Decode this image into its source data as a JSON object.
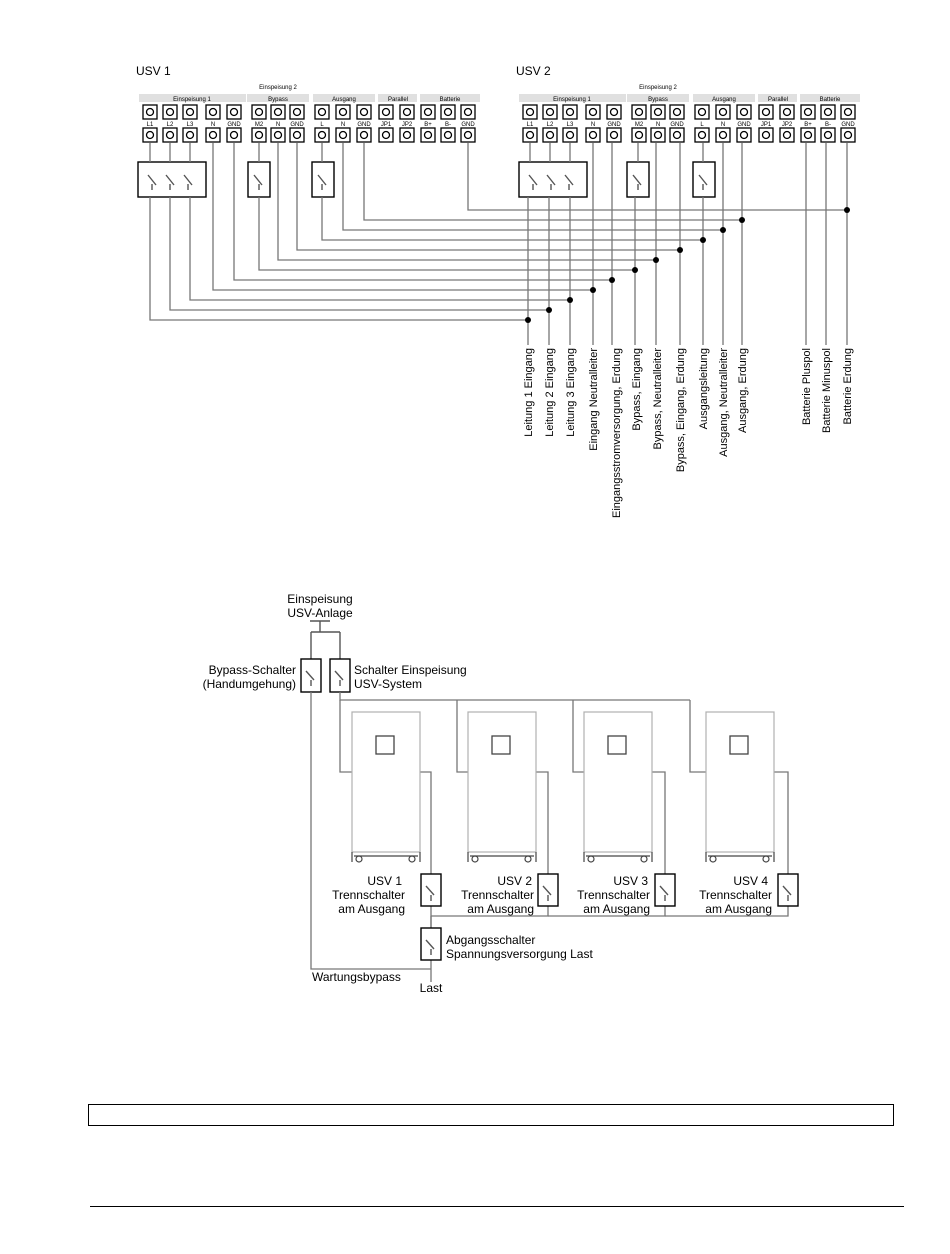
{
  "top_diagram": {
    "ups1_title": "USV 1",
    "ups2_title": "USV 2",
    "groups": {
      "feed1": "Einspeisung 1",
      "feed2_line1": "Einspeisung 2",
      "feed2_line2": "Bypass",
      "output": "Ausgang",
      "parallel": "Parallel",
      "battery": "Batterie"
    },
    "terminals": [
      "L1",
      "L2",
      "L3",
      "N",
      "GND",
      "M2",
      "N",
      "GND",
      "L",
      "N",
      "GND",
      "JP1",
      "JP2",
      "B+",
      "B-",
      "GND"
    ],
    "cable_labels": [
      "Leitung 1 Eingang",
      "Leitung 2 Eingang",
      "Leitung 3 Eingang",
      "Eingang Neutralleiter",
      "Eingangsstromversorgung, Erdung",
      "Bypass, Eingang",
      "Bypass, Neutralleiter",
      "Bypass, Eingang, Erdung",
      "Ausgangsleitung",
      "Ausgang, Neutralleiter",
      "Ausgang, Erdung",
      "Batterie Pluspol",
      "Batterie Minuspol",
      "Batterie Erdung"
    ]
  },
  "bottom_diagram": {
    "feed_line1": "Einspeisung",
    "feed_line2": "USV-Anlage",
    "bypass_switch_line1": "Bypass-Schalter",
    "bypass_switch_line2": "(Handumgehung)",
    "system_switch_line1": "Schalter Einspeisung",
    "system_switch_line2": "USV-System",
    "units": [
      {
        "name": "USV 1",
        "line2": "Trennschalter",
        "line3": "am Ausgang"
      },
      {
        "name": "USV 2",
        "line2": "Trennschalter",
        "line3": "am Ausgang"
      },
      {
        "name": "USV 3",
        "line2": "Trennschalter",
        "line3": "am Ausgang"
      },
      {
        "name": "USV 4",
        "line2": "Trennschalter",
        "line3": "am Ausgang"
      }
    ],
    "load_switch_line1": "Abgangsschalter",
    "load_switch_line2": "Spannungsversorgung Last",
    "maintenance_bypass": "Wartungsbypass",
    "load": "Last"
  }
}
